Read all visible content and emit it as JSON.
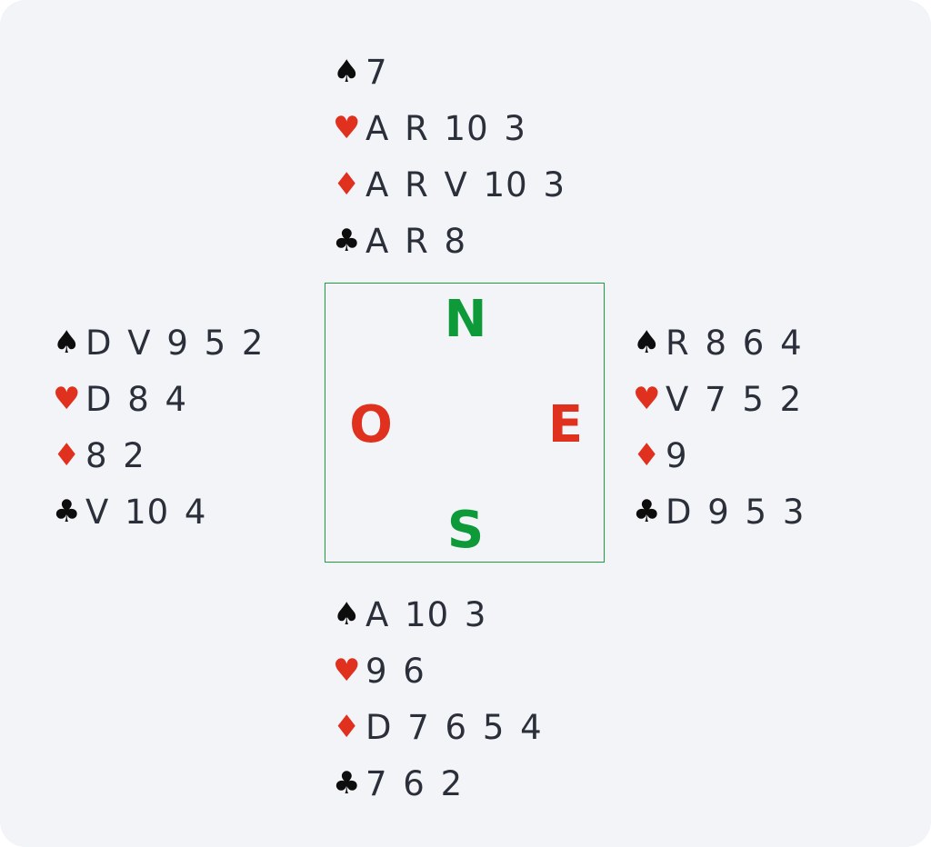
{
  "colors": {
    "background": "#f2f4f8",
    "black_suit": "#0d0d0d",
    "red_suit": "#e0301e",
    "text": "#2b2f3a",
    "compass_green": "#0f9a3a",
    "compass_border": "#1e9e3a"
  },
  "suits": {
    "spade": "♠",
    "heart": "♥",
    "diamond": "♦",
    "club": "♣"
  },
  "compass": {
    "north": "N",
    "south": "S",
    "west": "O",
    "east": "E"
  },
  "hands": {
    "north": {
      "spades": "7",
      "hearts": "A R 10 3",
      "diamonds": "A R V 10 3",
      "clubs": "A R 8"
    },
    "west": {
      "spades": "D V 9 5 2",
      "hearts": "D 8 4",
      "diamonds": "8 2",
      "clubs": "V 10 4"
    },
    "east": {
      "spades": "R 8 6 4",
      "hearts": "V 7 5 2",
      "diamonds": "9",
      "clubs": "D 9 5 3"
    },
    "south": {
      "spades": "A 10 3",
      "hearts": "9 6",
      "diamonds": "D 7 6 5 4",
      "clubs": "7 6 2"
    }
  }
}
